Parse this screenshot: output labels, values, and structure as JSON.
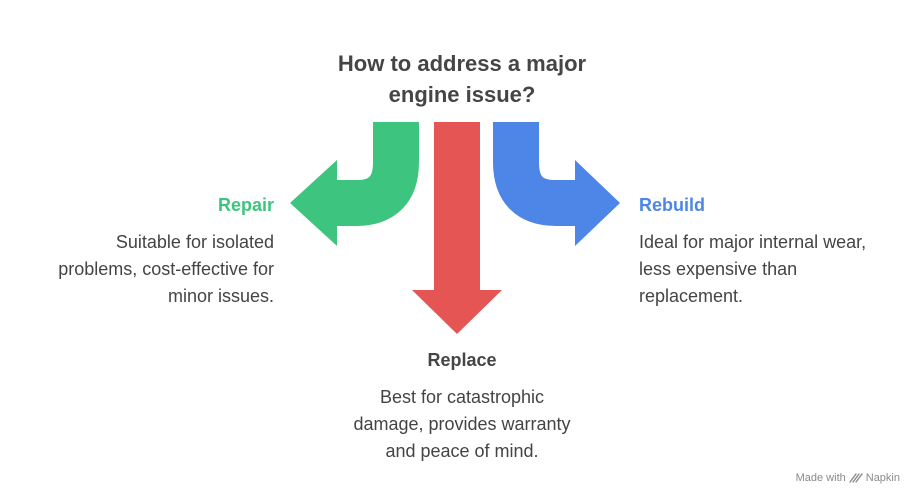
{
  "title": {
    "line1": "How to address a major",
    "line2": "engine issue?"
  },
  "options": {
    "repair": {
      "label": "Repair",
      "color": "#3dc57f",
      "description": [
        "Suitable for isolated",
        "problems, cost-effective for",
        "minor issues."
      ]
    },
    "replace": {
      "label": "Replace",
      "color": "#e45553",
      "description": [
        "Best for catastrophic",
        "damage, provides warranty",
        "and peace of mind."
      ]
    },
    "rebuild": {
      "label": "Rebuild",
      "color": "#4d86e6",
      "description": [
        "Ideal for major internal wear,",
        "less expensive than",
        "replacement."
      ]
    }
  },
  "footer": {
    "made_with": "Made with",
    "brand": "Napkin",
    "icon": "napkin-logo-icon"
  }
}
